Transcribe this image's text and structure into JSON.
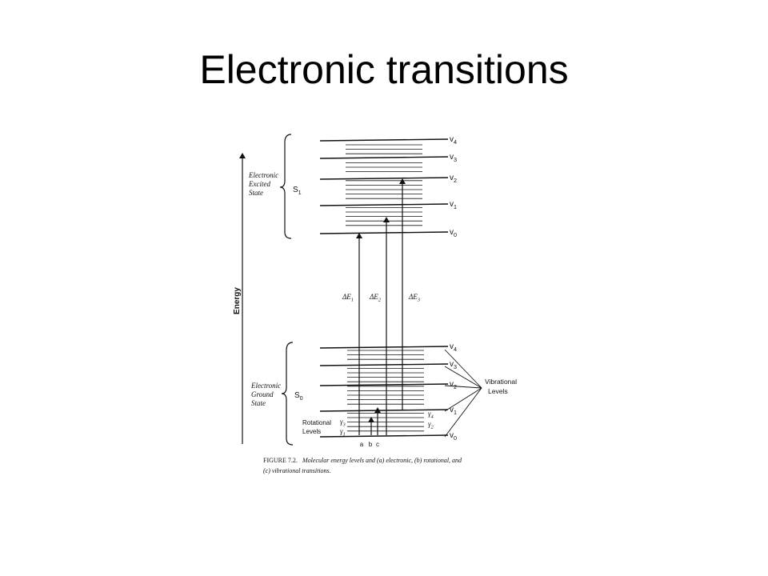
{
  "slide": {
    "title": "Electronic transitions"
  },
  "figure": {
    "axis_label": "Energy",
    "excited_state": {
      "lines": [
        "Electronic",
        "Excited",
        "State"
      ],
      "symbol": "S",
      "subscript": "1"
    },
    "ground_state": {
      "lines": [
        "Electronic",
        "Ground",
        "State"
      ],
      "symbol": "S",
      "subscript": "0"
    },
    "vibrational_upper": [
      {
        "base": "v",
        "sub": "4"
      },
      {
        "base": "v",
        "sub": "3"
      },
      {
        "base": "v",
        "sub": "2"
      },
      {
        "base": "v",
        "sub": "1"
      },
      {
        "base": "v",
        "sub": "0"
      }
    ],
    "vibrational_lower": [
      {
        "base": "v",
        "sub": "4"
      },
      {
        "base": "v",
        "sub": "3"
      },
      {
        "base": "v",
        "sub": "2"
      },
      {
        "base": "v",
        "sub": "1"
      },
      {
        "base": "v",
        "sub": "0"
      }
    ],
    "transitions": [
      {
        "base": "ΔE",
        "sub": "1"
      },
      {
        "base": "ΔE",
        "sub": "2"
      },
      {
        "base": "ΔE",
        "sub": "3"
      }
    ],
    "rotational_label": [
      "Rotational",
      "Levels"
    ],
    "gamma_left": [
      {
        "base": "γ",
        "sub": "3"
      },
      {
        "base": "γ",
        "sub": "1"
      }
    ],
    "gamma_right": [
      {
        "base": "γ",
        "sub": "4"
      },
      {
        "base": "γ",
        "sub": "2"
      }
    ],
    "vibrational_levels_label": [
      "Vibrational",
      "Levels"
    ],
    "abc_labels": [
      "a",
      "b",
      "c"
    ],
    "caption": {
      "figure_number": "FIGURE 7.2.",
      "line1": "Molecular energy levels and (a) electronic, (b) rotational, and",
      "line2": "(c) vibrational transitions."
    }
  }
}
